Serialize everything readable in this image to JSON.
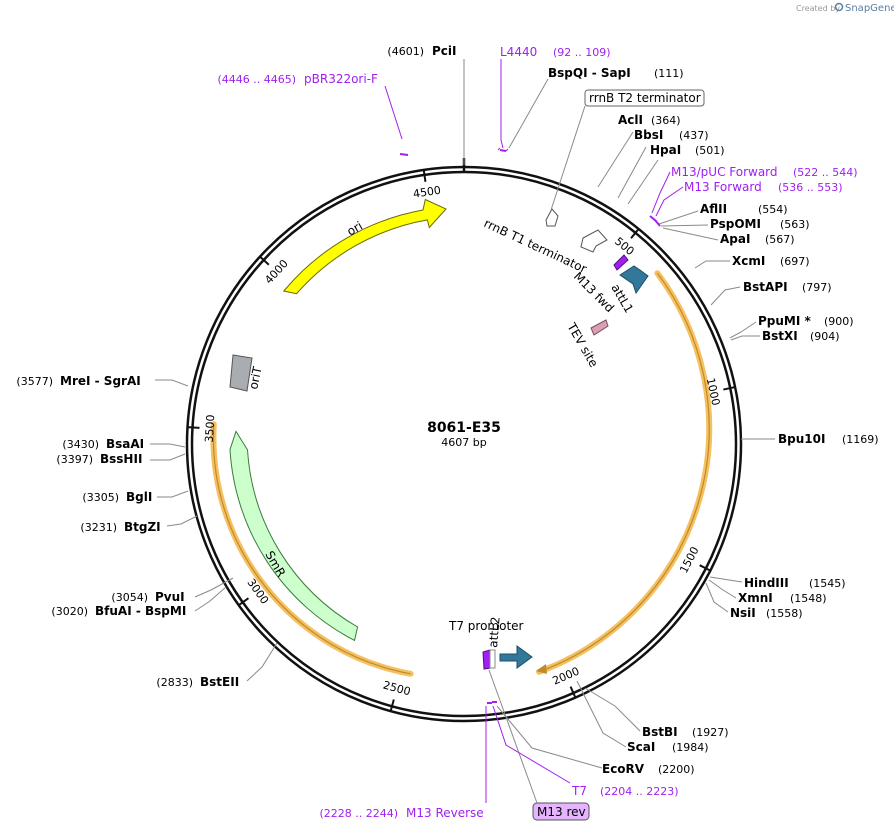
{
  "credit": {
    "text": "Created by",
    "brand": "SnapGene"
  },
  "plasmid": {
    "name": "8061-E35",
    "size_label": "4607 bp",
    "length": 4607
  },
  "ticks": [
    "500",
    "1000",
    "1500",
    "2000",
    "2500",
    "3000",
    "3500",
    "4000",
    "4500"
  ],
  "sites": [
    {
      "name": "PciI",
      "pos": "(4601)"
    },
    {
      "name": "BspQI  -  SapI",
      "pos": "(111)"
    },
    {
      "name": "AclI",
      "pos": "(364)"
    },
    {
      "name": "BbsI",
      "pos": "(437)"
    },
    {
      "name": "HpaI",
      "pos": "(501)"
    },
    {
      "name": "AflII",
      "pos": "(554)"
    },
    {
      "name": "PspOMI",
      "pos": "(563)"
    },
    {
      "name": "ApaI",
      "pos": "(567)"
    },
    {
      "name": "XcmI",
      "pos": "(697)"
    },
    {
      "name": "BstAPI",
      "pos": "(797)"
    },
    {
      "name": "PpuMI *",
      "pos": "(900)"
    },
    {
      "name": "BstXI",
      "pos": "(904)"
    },
    {
      "name": "Bpu10I",
      "pos": "(1169)"
    },
    {
      "name": "HindIII",
      "pos": "(1545)"
    },
    {
      "name": "XmnI",
      "pos": "(1548)"
    },
    {
      "name": "NsiI",
      "pos": "(1558)"
    },
    {
      "name": "BstBI",
      "pos": "(1927)"
    },
    {
      "name": "ScaI",
      "pos": "(1984)"
    },
    {
      "name": "EcoRV",
      "pos": "(2200)"
    },
    {
      "name": "BstEII",
      "pos": "(2833)"
    },
    {
      "name": "PvuI",
      "pos": "(3054)"
    },
    {
      "name": "BfuAI  -  BspMI",
      "pos": "(3020)"
    },
    {
      "name": "BtgZI",
      "pos": "(3231)"
    },
    {
      "name": "BglI",
      "pos": "(3305)"
    },
    {
      "name": "BssHII",
      "pos": "(3397)"
    },
    {
      "name": "BsaAI",
      "pos": "(3430)"
    },
    {
      "name": "MreI  -  SgrAI",
      "pos": "(3577)"
    }
  ],
  "primers": [
    {
      "name": "L4440",
      "pos": "(92 .. 109)"
    },
    {
      "name": "pBR322ori-F",
      "pos": "(4446 .. 4465)"
    },
    {
      "name": "M13/pUC Forward",
      "pos": "(522 .. 544)"
    },
    {
      "name": "M13 Forward",
      "pos": "(536 .. 553)"
    },
    {
      "name": "T7",
      "pos": "(2204 .. 2223)"
    },
    {
      "name": "M13 Reverse",
      "pos": "(2228 .. 2244)"
    }
  ],
  "features": {
    "rrnb_t2": "rrnB T2 terminator",
    "rrnb_t1": "rrnB T1 terminator",
    "m13_fwd": "M13 fwd",
    "attl1": "attL1",
    "tev": "TEV site",
    "ori": "ori",
    "orit": "oriT",
    "smr": "SmR",
    "t7_promoter": "T7 promoter",
    "attl2": "attL2",
    "m13_rev": "M13 rev"
  },
  "colors": {
    "ori": "#ffff00",
    "smr": "#ccffcc",
    "orit": "#a9adb1",
    "attl": "#31789a",
    "tev": "#d9a0b4",
    "highlight": "#f5c060",
    "primer": "#a020f0",
    "m13_rev_box": "#e6b3ff"
  }
}
